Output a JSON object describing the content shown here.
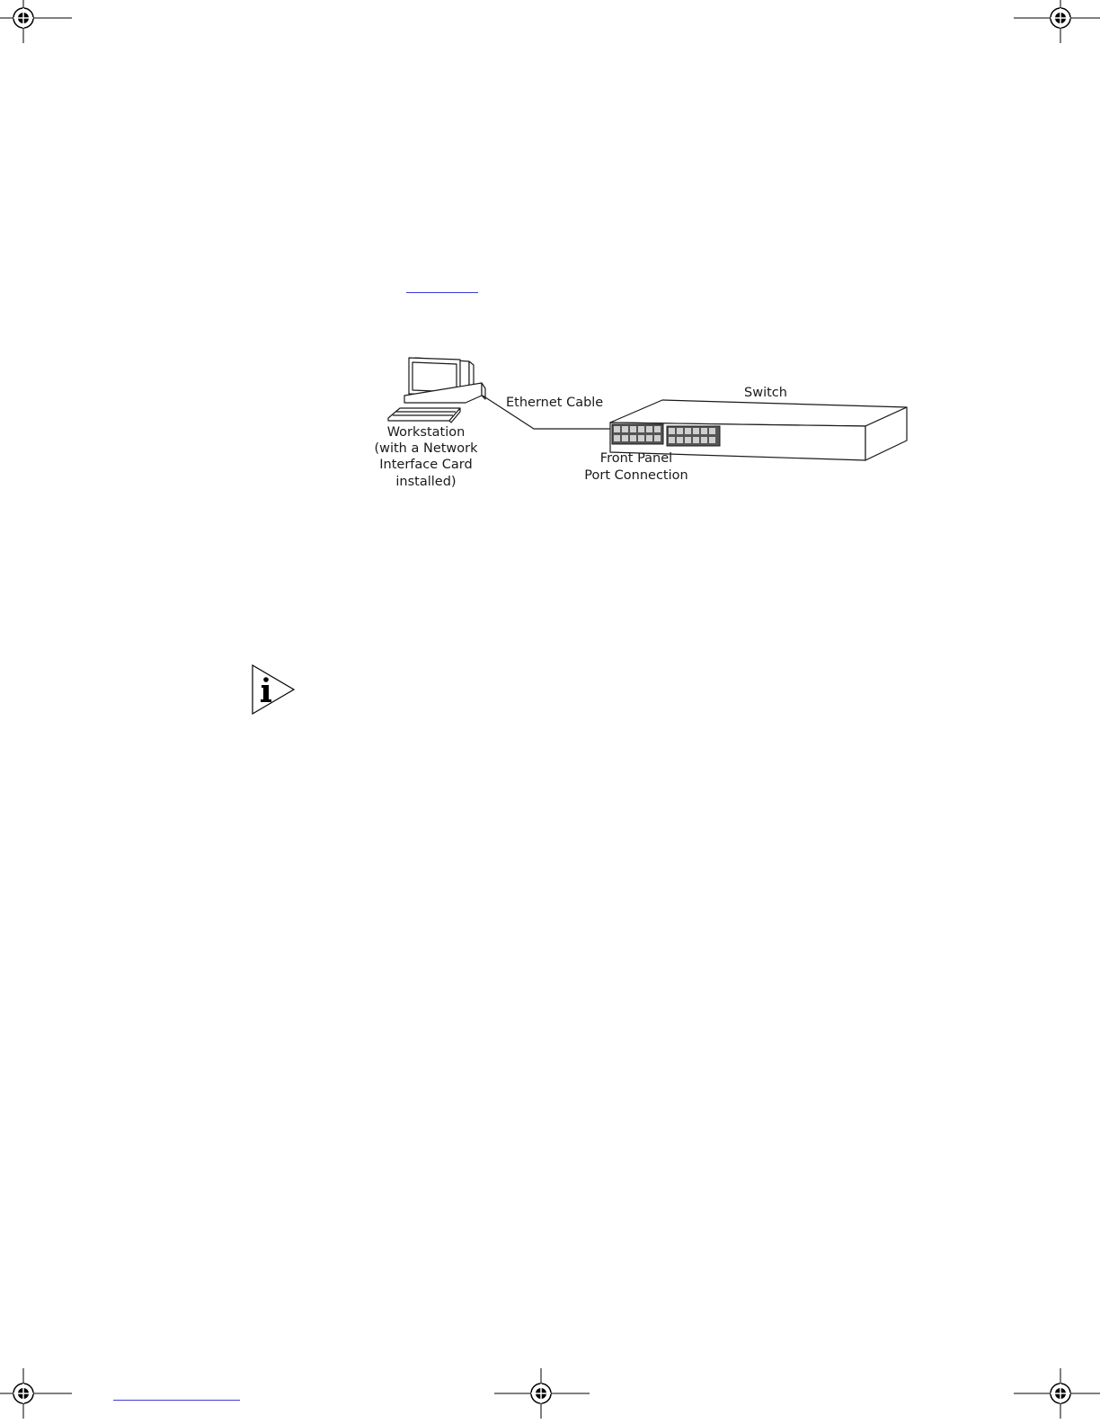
{
  "diagram": {
    "labels": {
      "ethernet_cable": "Ethernet Cable",
      "switch": "Switch",
      "workstation": [
        "Workstation",
        "(with a Network",
        "Interface Card",
        "installed)"
      ],
      "front_panel": [
        "Front Panel",
        "Port Connection"
      ]
    }
  },
  "icons": {
    "info": "info-icon",
    "registration": "crosshair-registration-icon"
  },
  "colors": {
    "link": "#3b3bd6",
    "line": "#1a1a1a"
  }
}
